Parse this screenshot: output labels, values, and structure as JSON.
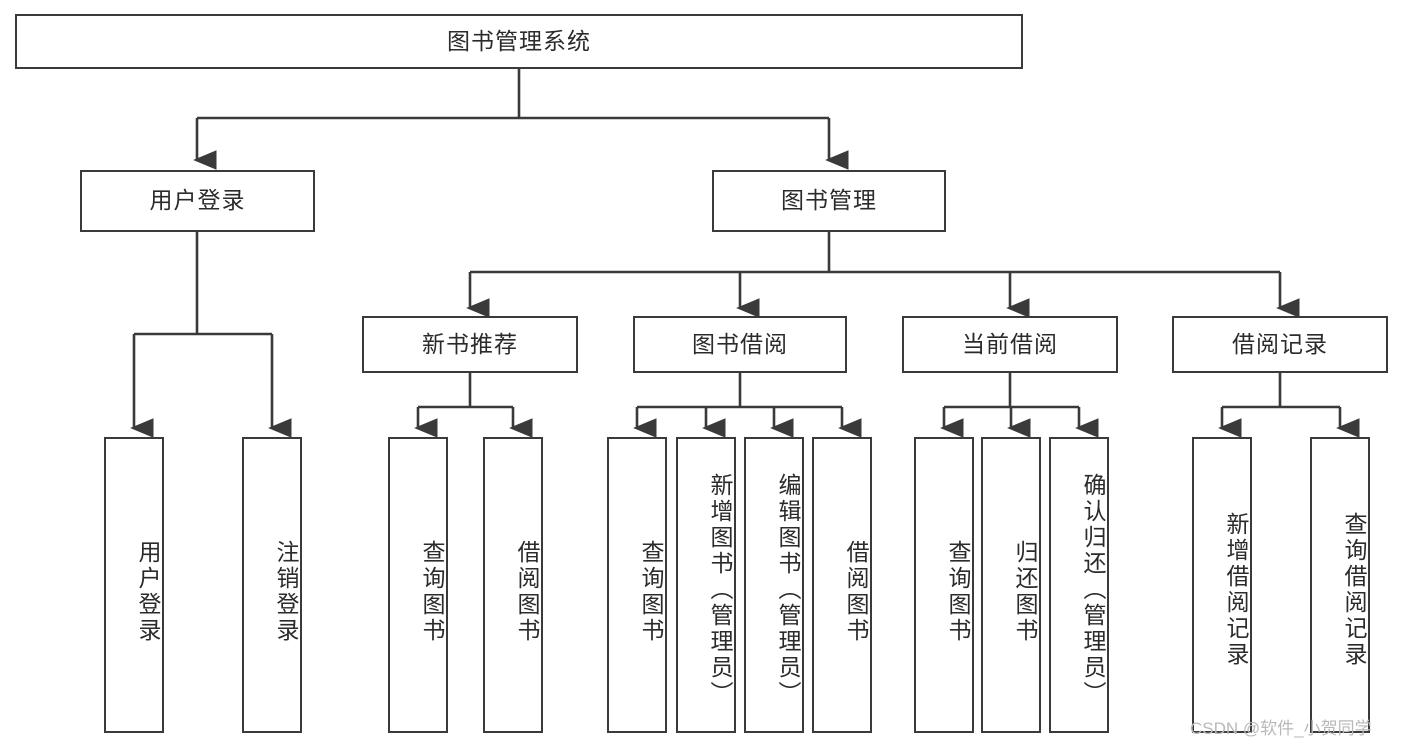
{
  "diagram": {
    "type": "tree-hierarchy",
    "title": "图书管理系统",
    "watermark": "CSDN @软件_小贺同学",
    "colors": {
      "stroke": "#3a3a3a",
      "fill": "#ffffff",
      "text": "#2b2b2b",
      "watermark": "#b9b9b9"
    },
    "nodes": {
      "root": {
        "label": "图书管理系统"
      },
      "level2": [
        {
          "id": "user-login",
          "label": "用户登录"
        },
        {
          "id": "book-manage",
          "label": "图书管理"
        }
      ],
      "level3": [
        {
          "id": "new-book-recommend",
          "label": "新书推荐"
        },
        {
          "id": "book-borrow",
          "label": "图书借阅"
        },
        {
          "id": "current-borrow",
          "label": "当前借阅"
        },
        {
          "id": "borrow-record",
          "label": "借阅记录"
        }
      ],
      "leaves": {
        "user-login": [
          {
            "id": "leaf-user-login",
            "label": "用户登录"
          },
          {
            "id": "leaf-logout-login",
            "label": "注销登录"
          }
        ],
        "new-book-recommend": [
          {
            "id": "leaf-query-book-1",
            "label": "查询图书"
          },
          {
            "id": "leaf-borrow-book-1",
            "label": "借阅图书"
          }
        ],
        "book-borrow": [
          {
            "id": "leaf-query-book-2",
            "label": "查询图书"
          },
          {
            "id": "leaf-add-book",
            "label": "新增图书（管理员）"
          },
          {
            "id": "leaf-edit-book",
            "label": "编辑图书（管理员）"
          },
          {
            "id": "leaf-borrow-book-2",
            "label": "借阅图书"
          }
        ],
        "current-borrow": [
          {
            "id": "leaf-query-book-3",
            "label": "查询图书"
          },
          {
            "id": "leaf-return-book",
            "label": "归还图书"
          },
          {
            "id": "leaf-confirm-return",
            "label": "确认归还（管理员）"
          }
        ],
        "borrow-record": [
          {
            "id": "leaf-add-record",
            "label": "新增借阅记录"
          },
          {
            "id": "leaf-query-record",
            "label": "查询借阅记录"
          }
        ]
      }
    }
  }
}
